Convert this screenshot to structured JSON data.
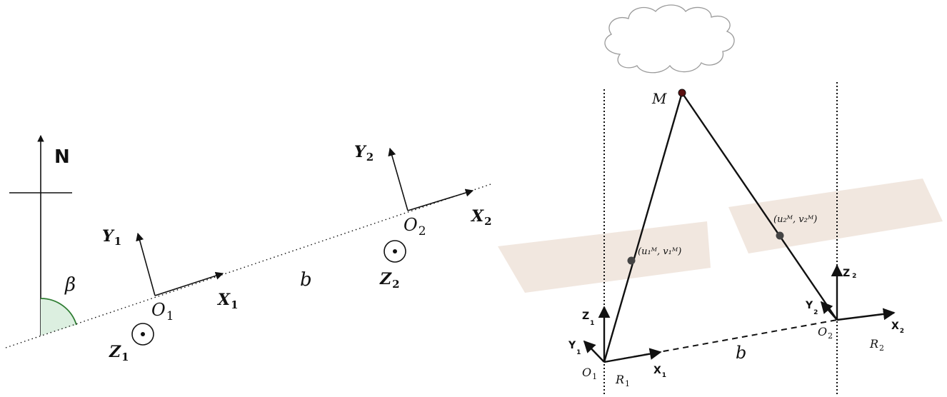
{
  "left": {
    "north": "N",
    "beta": "β",
    "baseline": "b",
    "cam1": {
      "origin": "O",
      "origin_sub": "1",
      "x": "X",
      "x_sub": "1",
      "y": "Y",
      "y_sub": "1",
      "z": "Z",
      "z_sub": "1"
    },
    "cam2": {
      "origin": "O",
      "origin_sub": "2",
      "x": "X",
      "x_sub": "2",
      "y": "Y",
      "y_sub": "2",
      "z": "Z",
      "z_sub": "2"
    }
  },
  "right": {
    "point": "M",
    "baseline": "b",
    "proj1": "(u₁ᴹ, v₁ᴹ)",
    "proj2": "(u₂ᴹ, v₂ᴹ)",
    "cam1": {
      "origin": "O",
      "origin_sub": "1",
      "x": "X",
      "x_sub": "1",
      "y": "Y",
      "y_sub": "1",
      "z": "Z",
      "z_sub": "1",
      "frame": "R",
      "frame_sub": "1"
    },
    "cam2": {
      "origin": "O",
      "origin_sub": "2",
      "x": "X",
      "x_sub": "2",
      "y": "Y",
      "y_sub": "2",
      "z": "Z",
      "z_sub": "2",
      "frame": "R",
      "frame_sub": "2"
    }
  }
}
